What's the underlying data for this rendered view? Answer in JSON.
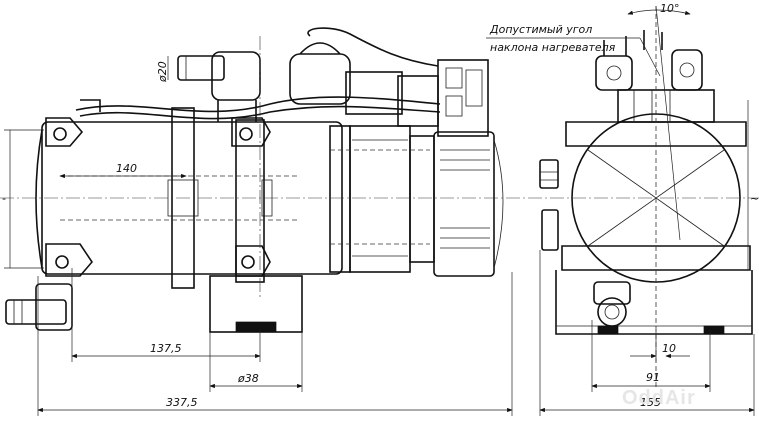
{
  "drawing": {
    "note_line1": "Допустимый угол",
    "note_line2": "наклона нагревателя",
    "angle": "10°",
    "dims": {
      "d20": "ø20",
      "l140": "140",
      "l137_5": "137,5",
      "d38": "ø38",
      "l337_5": "337,5",
      "l10": "10",
      "l91": "91",
      "l155": "155",
      "side_cut1": "-",
      "side_cut2": "~"
    },
    "watermark": "OddAir"
  }
}
